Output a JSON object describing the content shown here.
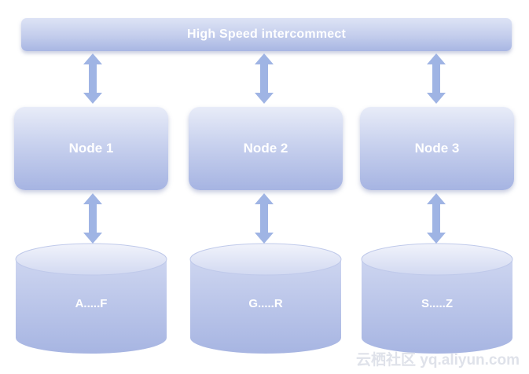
{
  "interconnect": {
    "label": "High Speed intercommect"
  },
  "nodes": [
    {
      "label": "Node 1"
    },
    {
      "label": "Node 2"
    },
    {
      "label": "Node 3"
    }
  ],
  "storage": [
    {
      "label": "A.....F"
    },
    {
      "label": "G.....R"
    },
    {
      "label": "S.....Z"
    }
  ],
  "watermark": {
    "text": "云栖社区 yq.aliyun.com"
  },
  "colors": {
    "arrow": "#9fb4e4",
    "box_top": "#e8ecf8",
    "box_bottom": "#a6b4e2",
    "text": "#ffffff"
  }
}
